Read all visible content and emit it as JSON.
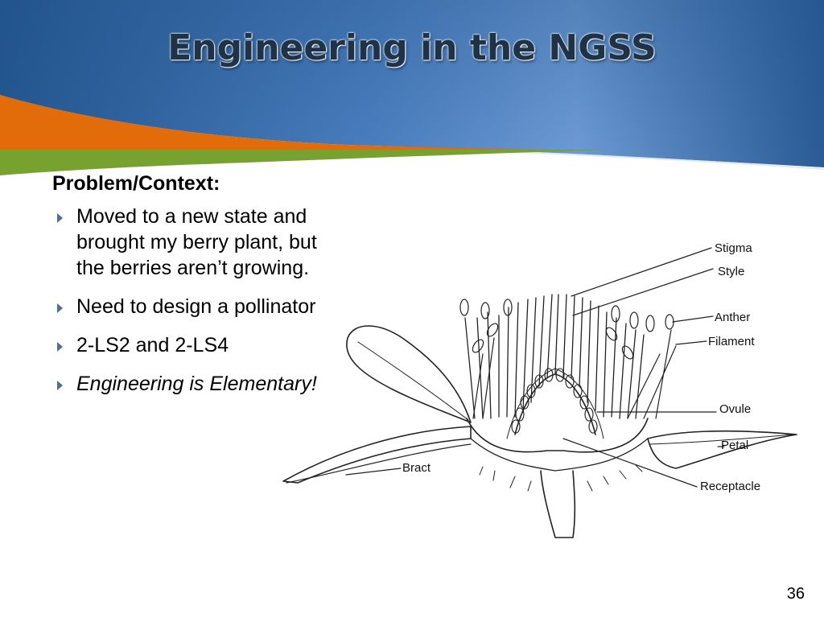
{
  "slide": {
    "title": "Engineering in the NGSS",
    "context_heading": "Problem/Context:",
    "bullets": [
      {
        "text": "Moved to a new state and brought my berry plant, but the berries aren’t growing.",
        "italic": false
      },
      {
        "text": "Need to design a pollinator",
        "italic": false
      },
      {
        "text": "2-LS2 and 2-LS4",
        "italic": false
      },
      {
        "text": "Engineering is Elementary!",
        "italic": true
      }
    ],
    "page_number": "36"
  },
  "diagram": {
    "labels": {
      "stigma": "Stigma",
      "style": "Style",
      "anther": "Anther",
      "filament": "Filament",
      "ovule": "Ovule",
      "petal": "Petal",
      "bract": "Bract",
      "receptacle": "Receptacle"
    }
  },
  "colors": {
    "banner_blue_dark": "#1f4f86",
    "banner_blue_light": "#6c9ad6",
    "orange_band": "#e36c0a",
    "green_band": "#77a22f",
    "bullet_arrow": "#4d6e97"
  }
}
